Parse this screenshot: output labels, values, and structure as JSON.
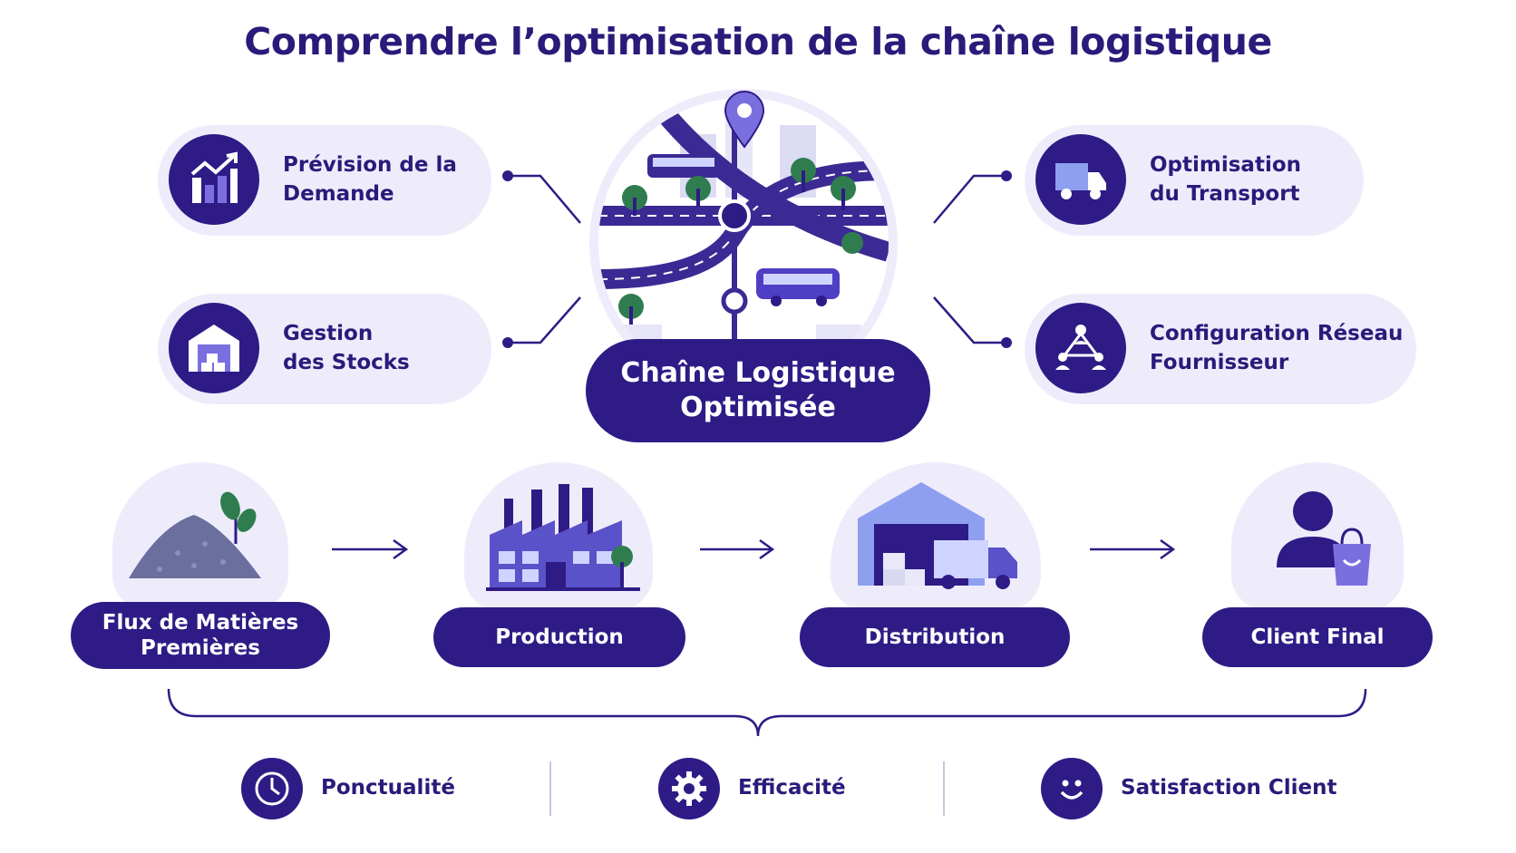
{
  "title": "Comprendre l’optimisation de la chaîne logistique",
  "hub": {
    "label": "Chaîne Logistique\nOptimisée"
  },
  "pillars": [
    {
      "label": "Prévision de la\nDemande",
      "icon": "demand-chart-icon"
    },
    {
      "label": "Gestion\ndes Stocks",
      "icon": "warehouse-icon"
    },
    {
      "label": "Optimisation\ndu Transport",
      "icon": "truck-icon"
    },
    {
      "label": "Configuration Réseau\nFournisseur",
      "icon": "network-icon"
    }
  ],
  "flow": [
    {
      "label": "Flux de Matières\nPremières",
      "icon": "raw-materials-icon"
    },
    {
      "label": "Production",
      "icon": "factory-icon"
    },
    {
      "label": "Distribution",
      "icon": "distribution-warehouse-icon"
    },
    {
      "label": "Client Final",
      "icon": "customer-icon"
    }
  ],
  "benefits": [
    {
      "label": "Ponctualité",
      "icon": "clock-icon"
    },
    {
      "label": "Efficacité",
      "icon": "gear-icon"
    },
    {
      "label": "Satisfaction Client",
      "icon": "smiley-icon"
    }
  ],
  "colors": {
    "primary": "#2f1b86",
    "light": "#eeecfb",
    "accent": "#7b6fe0",
    "tree": "#2f7d4f"
  }
}
